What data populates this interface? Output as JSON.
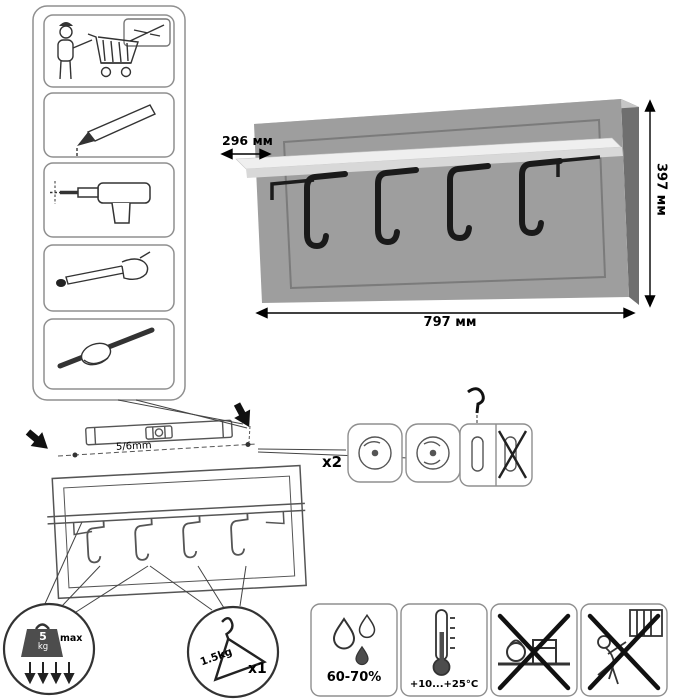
{
  "colors": {
    "panel": "#9e9e9e",
    "panel_side": "#6f6f6f",
    "panel_top": "#c6c6c6",
    "shelf": "#efefef",
    "hook": "#1a1a1a"
  },
  "product": {
    "width_label": "797 мм",
    "height_label": "397 мм",
    "shelf_depth_label": "296 мм"
  },
  "installation": {
    "drill_size_label": "5/6mm",
    "fastener_count_label": "x2"
  },
  "load_limits": {
    "shelf_max_value": "5",
    "shelf_max_unit": "kg",
    "shelf_max_word": "max",
    "hanger_max_label": "1.5kg",
    "hanger_count_label": "x1"
  },
  "environment": {
    "humidity_label": "60-70%",
    "temperature_label": "+10...+25°C"
  }
}
